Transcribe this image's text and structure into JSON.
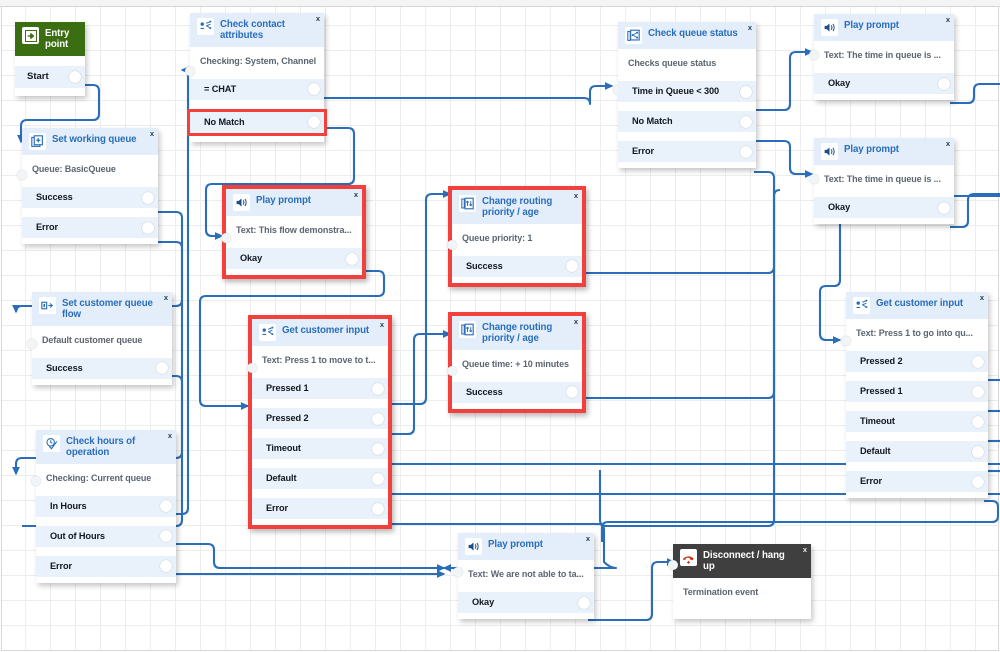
{
  "app": {
    "title": "Contact flow designer canvas"
  },
  "canvas": {
    "grid_size": 25,
    "edge_color": "#2a6ebb",
    "highlight_color": "#f2403c",
    "header_bg": "#e3eefa",
    "branch_bg": "#e9f1fa",
    "title_color": "#2a6ebb",
    "entry_bg": "#3b6e10",
    "disconnect_bg": "#3f3f3f"
  },
  "nodes": [
    {
      "id": "entry-point",
      "title": "Entry point",
      "icon": "entry-arrow-icon",
      "style": "green",
      "close_label": "x",
      "desc": "",
      "branches": [
        {
          "label": "Start",
          "highlighted": false
        }
      ]
    },
    {
      "id": "check-contact-attributes",
      "title": "Check contact attributes",
      "icon": "contact-attributes-icon",
      "style": "default",
      "close_label": "x",
      "desc": "Checking: System, Channel",
      "branches": [
        {
          "label": "= CHAT",
          "highlighted": false
        },
        {
          "label": "No Match",
          "highlighted": true
        }
      ]
    },
    {
      "id": "set-working-queue",
      "title": "Set working queue",
      "icon": "set-queue-icon",
      "style": "default",
      "close_label": "x",
      "desc": "Queue: BasicQueue",
      "branches": [
        {
          "label": "Success",
          "highlighted": false
        },
        {
          "label": "Error",
          "highlighted": false
        }
      ]
    },
    {
      "id": "set-customer-queue-flow",
      "title": "Set customer queue flow",
      "icon": "customer-queue-flow-icon",
      "style": "default",
      "close_label": "x",
      "desc": "Default customer queue",
      "branches": [
        {
          "label": "Success",
          "highlighted": false
        }
      ]
    },
    {
      "id": "check-hours-of-operation",
      "title": "Check hours of operation",
      "icon": "clock-check-icon",
      "style": "default",
      "close_label": "x",
      "desc": "Checking: Current queue",
      "branches": [
        {
          "label": "In Hours",
          "highlighted": false
        },
        {
          "label": "Out of Hours",
          "highlighted": false
        },
        {
          "label": "Error",
          "highlighted": false
        }
      ]
    },
    {
      "id": "play-prompt-flow-demo",
      "title": "Play prompt",
      "icon": "speaker-icon",
      "style": "selected",
      "close_label": "x",
      "desc": "Text: This flow demonstra...",
      "branches": [
        {
          "label": "Okay",
          "highlighted": false
        }
      ]
    },
    {
      "id": "get-customer-input-press1",
      "title": "Get customer input",
      "icon": "get-input-icon",
      "style": "selected",
      "close_label": "x",
      "desc": "Text: Press 1 to move to t...",
      "branches": [
        {
          "label": "Pressed 1",
          "highlighted": false
        },
        {
          "label": "Pressed 2",
          "highlighted": false
        },
        {
          "label": "Timeout",
          "highlighted": false
        },
        {
          "label": "Default",
          "highlighted": false
        },
        {
          "label": "Error",
          "highlighted": false
        }
      ]
    },
    {
      "id": "change-routing-priority",
      "title": "Change routing priority / age",
      "icon": "routing-priority-icon",
      "style": "selected",
      "close_label": "x",
      "desc": "Queue priority: 1",
      "branches": [
        {
          "label": "Success",
          "highlighted": false
        }
      ]
    },
    {
      "id": "change-routing-age",
      "title": "Change routing priority / age",
      "icon": "routing-priority-icon",
      "style": "selected",
      "close_label": "x",
      "desc": "Queue time: + 10 minutes",
      "branches": [
        {
          "label": "Success",
          "highlighted": false
        }
      ]
    },
    {
      "id": "check-queue-status",
      "title": "Check queue status",
      "icon": "queue-status-icon",
      "style": "default",
      "close_label": "x",
      "desc": "Checks queue status",
      "branches": [
        {
          "label": "Time in Queue < 300",
          "highlighted": false
        },
        {
          "label": "No Match",
          "highlighted": false
        },
        {
          "label": "Error",
          "highlighted": false
        }
      ]
    },
    {
      "id": "play-prompt-time-queue-1",
      "title": "Play prompt",
      "icon": "speaker-icon",
      "style": "default",
      "close_label": "x",
      "desc": "Text: The time in queue is ...",
      "branches": [
        {
          "label": "Okay",
          "highlighted": false
        }
      ]
    },
    {
      "id": "play-prompt-time-queue-2",
      "title": "Play prompt",
      "icon": "speaker-icon",
      "style": "default",
      "close_label": "x",
      "desc": "Text: The time in queue is ...",
      "branches": [
        {
          "label": "Okay",
          "highlighted": false
        }
      ]
    },
    {
      "id": "get-customer-input-queue",
      "title": "Get customer input",
      "icon": "get-input-icon",
      "style": "default",
      "close_label": "x",
      "desc": "Text: Press 1 to go into qu...",
      "branches": [
        {
          "label": "Pressed 2",
          "highlighted": false
        },
        {
          "label": "Pressed 1",
          "highlighted": false
        },
        {
          "label": "Timeout",
          "highlighted": false
        },
        {
          "label": "Default",
          "highlighted": false
        },
        {
          "label": "Error",
          "highlighted": false
        }
      ]
    },
    {
      "id": "play-prompt-not-able",
      "title": "Play prompt",
      "icon": "speaker-icon",
      "style": "default",
      "close_label": "x",
      "desc": "Text: We are not able to ta...",
      "branches": [
        {
          "label": "Okay",
          "highlighted": false
        }
      ]
    },
    {
      "id": "disconnect-hang-up",
      "title": "Disconnect / hang up",
      "icon": "hang-up-icon",
      "style": "dark",
      "close_label": "x",
      "desc": "Termination event",
      "branches": []
    }
  ]
}
